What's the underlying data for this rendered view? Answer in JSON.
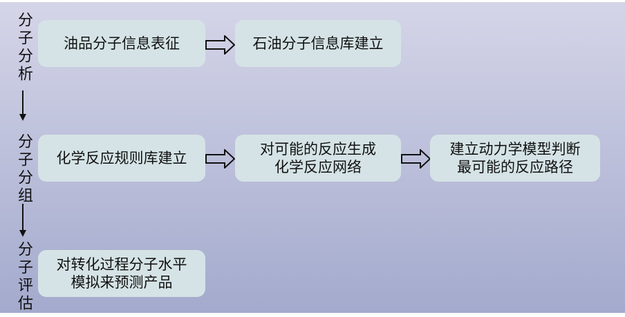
{
  "stages": [
    "分子分析",
    "分子分组",
    "分子评估"
  ],
  "rows": [
    [
      "油品分子信息表征",
      "石油分子信息库建立"
    ],
    [
      "化学反应规则库建立",
      "对可能的反应生成\n化学反应网络",
      "建立动力学模型判断\n最可能的反应路径"
    ],
    [
      "对转化过程分子水平\n模拟来预测产品"
    ]
  ],
  "colors": {
    "box": "#d5e3e6",
    "bg_top": "#d5d5e8",
    "bg_bottom": "#a3aacd"
  }
}
